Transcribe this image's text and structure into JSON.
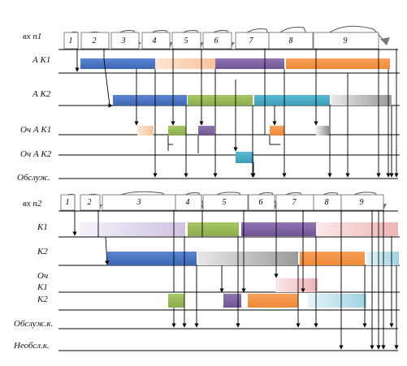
{
  "row_labels": {
    "top_input": "вх п1",
    "a_k1": "А К1",
    "a_k2": "А К2",
    "queue_k1": "Оч А К1",
    "queue_k2": "Оч А К2",
    "served_top": "Обслуж.",
    "bottom_input": "вх п2",
    "k1": "К1",
    "k2": "К2",
    "queue_label_1": "Оч",
    "queue_label_2": "К1",
    "k2_queue": "К2",
    "served_bottom": "Обслуж.к.",
    "not_served": "Необсл.к."
  },
  "top_arrivals": [
    "1",
    "2",
    "3",
    "4",
    "5",
    "6",
    "7",
    "8",
    "9"
  ],
  "bottom_arrivals": [
    "1",
    "2",
    "3",
    "4",
    "5",
    "6",
    "7",
    "8",
    "9"
  ],
  "colors": {
    "blue": "#4472c4",
    "peach": "#fbd5b5",
    "purple": "#8064a2",
    "orange": "#f79646",
    "green": "#9bbb59",
    "teal": "#4bacc6",
    "gray": "#a6a6a6",
    "lavender": "#ddd4ea",
    "pink": "#f2c4c4",
    "lightblue": "#b7dee8"
  }
}
